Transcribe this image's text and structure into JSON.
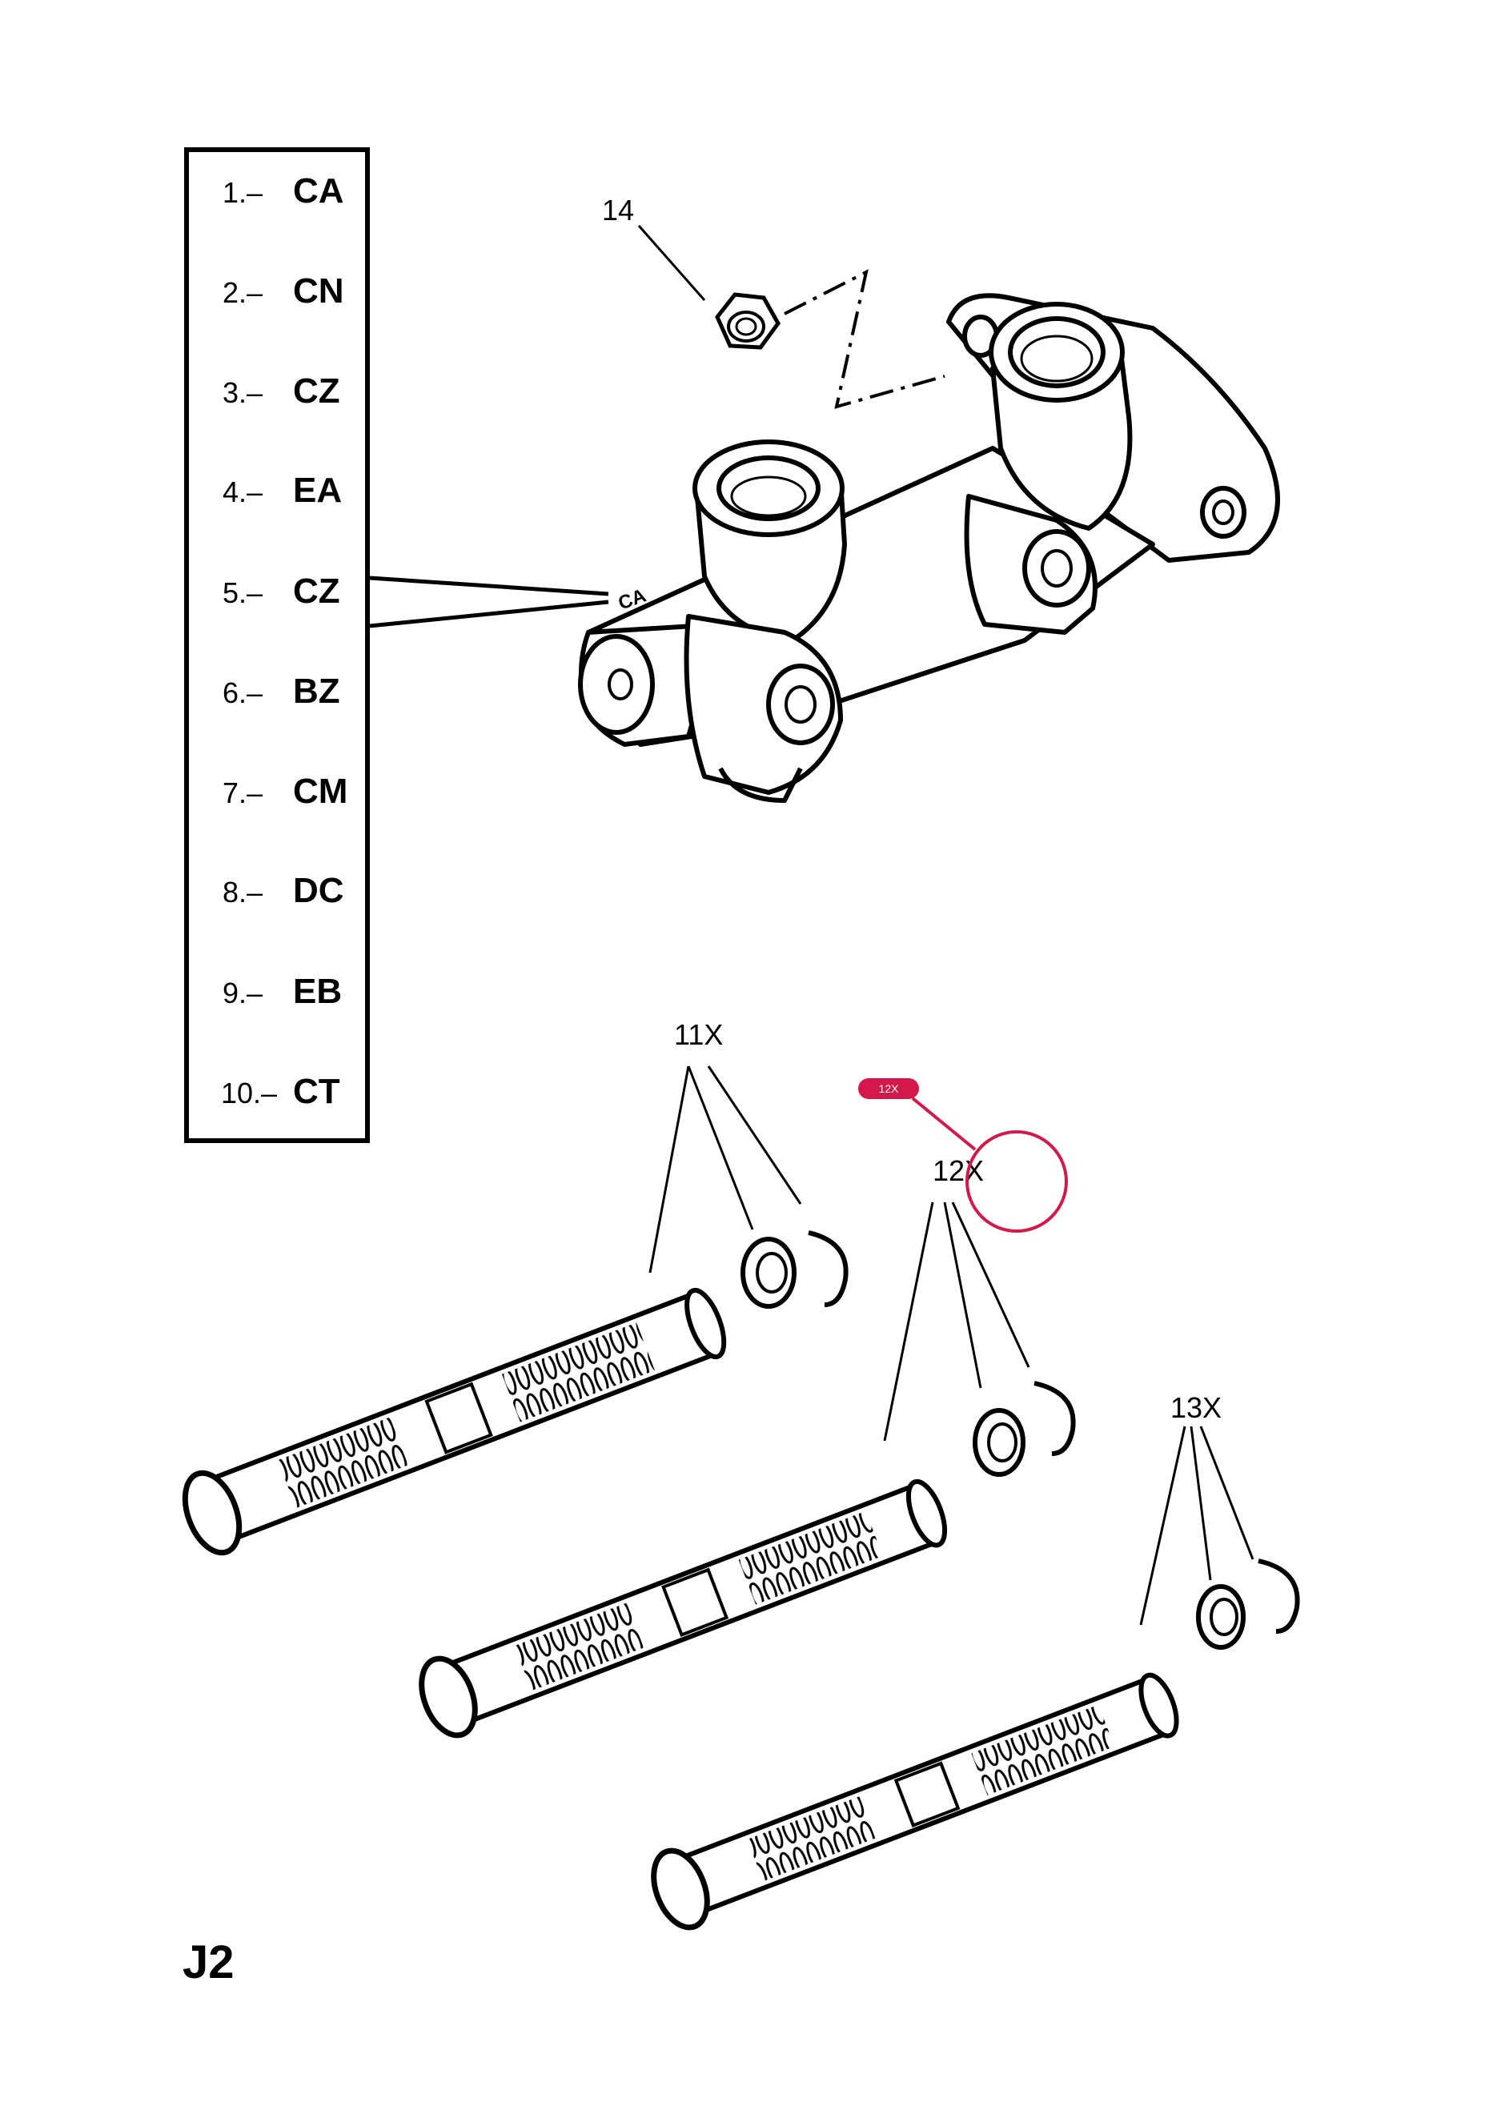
{
  "legend": {
    "items": [
      {
        "num": "1.–",
        "code": "CA"
      },
      {
        "num": "2.–",
        "code": "CN"
      },
      {
        "num": "3.–",
        "code": "CZ"
      },
      {
        "num": "4.–",
        "code": "EA"
      },
      {
        "num": "5.–",
        "code": "CZ"
      },
      {
        "num": "6.–",
        "code": "BZ"
      },
      {
        "num": "7.–",
        "code": "CM"
      },
      {
        "num": "8.–",
        "code": "DC"
      },
      {
        "num": "9.–",
        "code": "EB"
      },
      {
        "num": "10.–",
        "code": "CT"
      }
    ]
  },
  "callouts": {
    "nut": "14",
    "kit_a": "11X",
    "kit_b": "12X",
    "kit_c": "13X"
  },
  "body_marking": "CA",
  "hotspot": {
    "label": "12X",
    "color": "#d4184a"
  },
  "page_code": "J2"
}
